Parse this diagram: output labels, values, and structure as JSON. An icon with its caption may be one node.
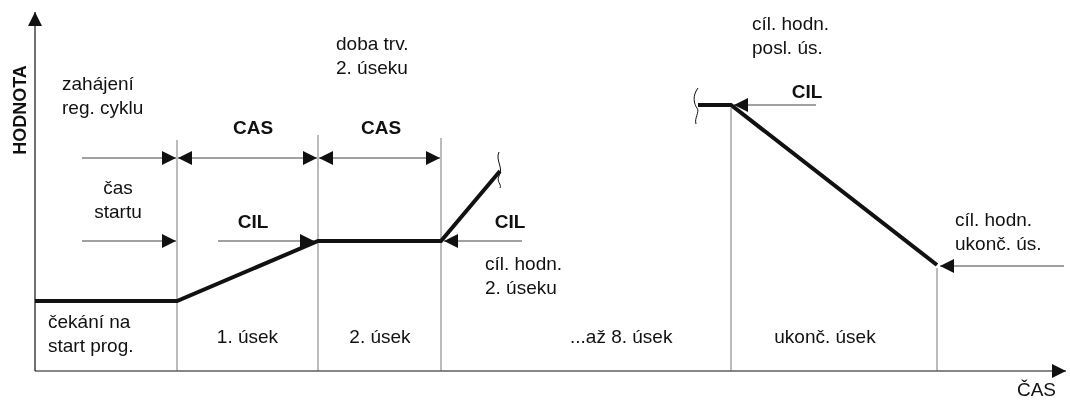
{
  "diagram": {
    "labels": [
      "HODNOTA",
      "zahájení reg. cyklu",
      "doba trv. 2. úseku",
      "cíl. hodn. posl. ús.",
      "CAS",
      "CAS",
      "CIL",
      "čas startu",
      "CIL",
      "CIL",
      "cíl. hodn. 2. úseku",
      "cíl. hodn. ukonč. ús.",
      "čekání na start prog.",
      "1. úsek",
      "2. úsek",
      "...až 8. úsek",
      "ukonč. úsek",
      "ČAS"
    ]
  }
}
